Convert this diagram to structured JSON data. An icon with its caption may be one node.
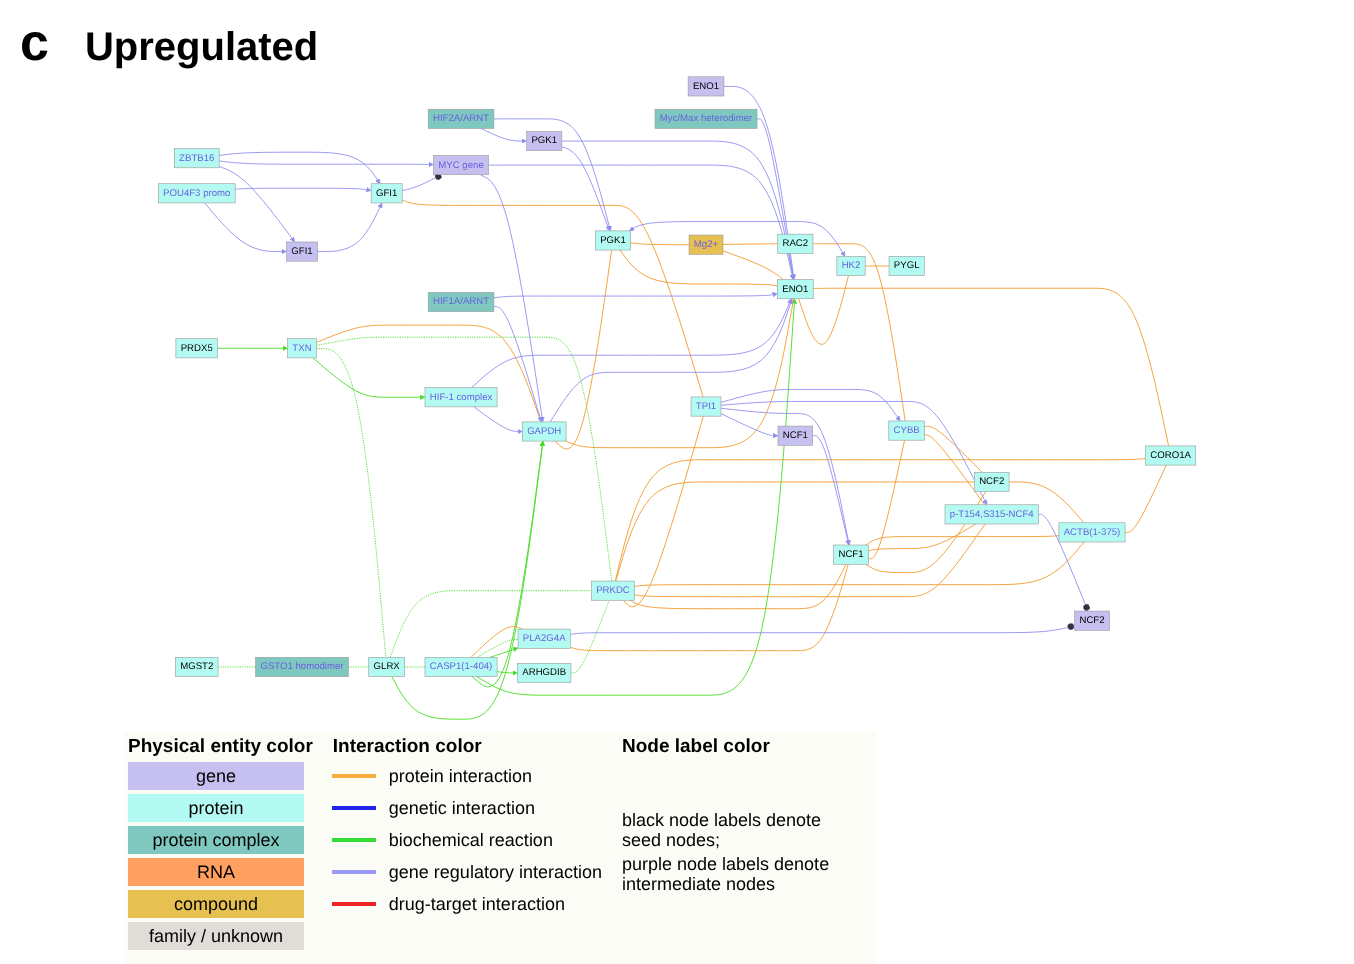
{
  "diagram": {
    "title": "Upregulated",
    "nodes": [
      {
        "text": [
          "PRDX5"
        ]
      },
      {
        "text": [
          "HIF2A/ARNT"
        ]
      },
      {
        "text": [
          "PGK1"
        ]
      },
      {
        "text": [
          "GFI1"
        ]
      },
      {
        "text": [
          "ZBTB16"
        ]
      },
      {
        "text": [
          "POU4F3 promo"
        ]
      },
      {
        "text": [
          "MGST2"
        ]
      },
      {
        "text": [
          "GSTO1 homodimer"
        ]
      },
      {
        "text": [
          "TXN"
        ]
      },
      {
        "text": [
          "PGK1"
        ]
      },
      {
        "text": [
          "MYC gene"
        ]
      },
      {
        "text": [
          "GFI1"
        ]
      },
      {
        "text": [
          "HIF-1 complex"
        ]
      },
      {
        "text": [
          "HIF1A/ARNT"
        ]
      },
      {
        "text": [
          "GAPDH"
        ]
      },
      {
        "text": [
          "ENO1"
        ]
      },
      {
        "text": [
          "Myc/Max heterodimer"
        ]
      },
      {
        "text": [
          "GLRX"
        ]
      },
      {
        "text": [
          "ENO1"
        ]
      },
      {
        "text": [
          "HK2"
        ]
      },
      {
        "text": [
          "PYGL"
        ]
      },
      {
        "text": [
          "CASP1(1-404)"
        ]
      },
      {
        "text": [
          "Mg2+"
        ]
      },
      {
        "text": [
          "PRKDC"
        ]
      },
      {
        "text": [
          "TPI1"
        ]
      },
      {
        "text": [
          "ARHGDIB"
        ]
      },
      {
        "text": [
          "NCF1"
        ]
      },
      {
        "text": [
          "PLA2G4A"
        ]
      },
      {
        "text": [
          "NCF1"
        ]
      },
      {
        "text": [
          "p-T154,S315-NCF4"
        ]
      },
      {
        "text": [
          "NCF2"
        ]
      },
      {
        "text": [
          "ACTB(1-375)"
        ]
      },
      {
        "text": [
          "CYBB"
        ]
      },
      {
        "text": [
          "RAC2"
        ]
      },
      {
        "text": [
          "NCF2"
        ]
      },
      {
        "text": [
          "CORO1A"
        ]
      }
    ],
    "edges": [
      {
        "from": 0,
        "to": 8,
        "arrow": "to",
        "color": "#44dd22"
      },
      {
        "from": 6,
        "to": 7,
        "arrow": "none",
        "style": "dashed",
        "color": "#44dd22"
      },
      {
        "from": 7,
        "to": 17,
        "arrow": "none",
        "style": "dashed",
        "color": "#44dd22"
      },
      {
        "from": 8,
        "to": 12,
        "arrow": "to",
        "color": "#44dd22"
      },
      {
        "from": 17,
        "to": 14,
        "arrow": "to",
        "color": "#44dd22"
      },
      {
        "from": 8,
        "to": 17,
        "arrow": "none",
        "style": "dashed",
        "color": "#44dd22"
      },
      {
        "from": 8,
        "to": 23,
        "arrow": "none",
        "style": "dashed",
        "color": "#44dd22"
      },
      {
        "from": 17,
        "to": 21,
        "arrow": "none",
        "style": "dashed",
        "color": "#44dd22"
      },
      {
        "from": 17,
        "to": 23,
        "arrow": "none",
        "style": "dashed",
        "color": "#44dd22"
      },
      {
        "from": 21,
        "to": 14,
        "arrow": "to",
        "color": "#44dd22"
      },
      {
        "from": 21,
        "to": 18,
        "arrow": "to",
        "color": "#44dd22"
      },
      {
        "from": 21,
        "to": 25,
        "arrow": "to",
        "color": "#44dd22"
      },
      {
        "from": 21,
        "to": 27,
        "arrow": "to",
        "color": "#44dd22"
      },
      {
        "from": 21,
        "to": 27,
        "arrow": "none",
        "style": "dashed",
        "color": "#44dd22"
      },
      {
        "from": 25,
        "to": 23,
        "arrow": "none",
        "style": "dashed",
        "color": "#44dd22"
      },
      {
        "from": 8,
        "to": 14,
        "arrow": "none"
      },
      {
        "from": 14,
        "to": 9,
        "arrow": "none"
      },
      {
        "from": 14,
        "to": 18,
        "arrow": "none"
      },
      {
        "from": 9,
        "to": 18,
        "arrow": "none"
      },
      {
        "from": 9,
        "to": 22,
        "arrow": "none"
      },
      {
        "from": 22,
        "to": 18,
        "arrow": "none"
      },
      {
        "from": 22,
        "to": 33,
        "arrow": "none"
      },
      {
        "from": 18,
        "to": 19,
        "arrow": "none"
      },
      {
        "from": 19,
        "to": 20,
        "arrow": "none"
      },
      {
        "from": 11,
        "to": 24,
        "arrow": "none"
      },
      {
        "from": 18,
        "to": 35,
        "arrow": "none"
      },
      {
        "from": 23,
        "to": 24,
        "arrow": "none"
      },
      {
        "from": 23,
        "to": 28,
        "arrow": "none"
      },
      {
        "from": 23,
        "to": 29,
        "arrow": "none"
      },
      {
        "from": 23,
        "to": 31,
        "arrow": "none"
      },
      {
        "from": 23,
        "to": 30,
        "arrow": "none"
      },
      {
        "from": 23,
        "to": 35,
        "arrow": "none"
      },
      {
        "from": 27,
        "to": 28,
        "arrow": "none"
      },
      {
        "from": 21,
        "to": 27,
        "arrow": "none"
      },
      {
        "from": 33,
        "to": 32,
        "arrow": "none"
      },
      {
        "from": 28,
        "to": 30,
        "arrow": "none"
      },
      {
        "from": 28,
        "to": 32,
        "arrow": "none"
      },
      {
        "from": 28,
        "to": 29,
        "arrow": "none"
      },
      {
        "from": 28,
        "to": 31,
        "arrow": "none"
      },
      {
        "from": 32,
        "to": 29,
        "arrow": "none"
      },
      {
        "from": 32,
        "to": 30,
        "arrow": "none"
      },
      {
        "from": 30,
        "to": 31,
        "arrow": "none"
      },
      {
        "from": 31,
        "to": 35,
        "arrow": "none"
      },
      {
        "from": 1,
        "to": 2,
        "arrow": "to",
        "color": "#8f8ff0"
      },
      {
        "from": 1,
        "to": 9,
        "arrow": "to",
        "color": "#8f8ff0"
      },
      {
        "from": 2,
        "to": 9,
        "arrow": "to",
        "color": "#8f8ff0"
      },
      {
        "from": 2,
        "to": 18,
        "arrow": "to",
        "color": "#8f8ff0"
      },
      {
        "from": 5,
        "to": 3,
        "arrow": "to",
        "color": "#8f8ff0"
      },
      {
        "from": 5,
        "to": 11,
        "arrow": "to",
        "color": "#8f8ff0"
      },
      {
        "from": 4,
        "to": 3,
        "arrow": "to",
        "color": "#8f8ff0"
      },
      {
        "from": 4,
        "to": 10,
        "arrow": "to",
        "color": "#8f8ff0"
      },
      {
        "from": 4,
        "to": 11,
        "arrow": "to",
        "color": "#8f8ff0"
      },
      {
        "from": 3,
        "to": 11,
        "arrow": "to",
        "color": "#8f8ff0"
      },
      {
        "from": 11,
        "to": 10,
        "arrow": "other",
        "color": "#8f8ff0"
      },
      {
        "from": 10,
        "to": 14,
        "arrow": "to",
        "color": "#8f8ff0"
      },
      {
        "from": 10,
        "to": 18,
        "arrow": "to",
        "color": "#8f8ff0"
      },
      {
        "from": 13,
        "to": 14,
        "arrow": "to",
        "color": "#8f8ff0"
      },
      {
        "from": 13,
        "to": 18,
        "arrow": "to",
        "color": "#8f8ff0"
      },
      {
        "from": 12,
        "to": 14,
        "arrow": "to",
        "color": "#8f8ff0"
      },
      {
        "from": 12,
        "to": 18,
        "arrow": "to",
        "color": "#8f8ff0"
      },
      {
        "from": 15,
        "to": 18,
        "arrow": "to",
        "color": "#8f8ff0"
      },
      {
        "from": 16,
        "to": 18,
        "arrow": "to",
        "color": "#8f8ff0"
      },
      {
        "from": 9,
        "to": 19,
        "arrow": "both",
        "color": "#8f8ff0"
      },
      {
        "from": 14,
        "to": 18,
        "arrow": "to",
        "color": "#8f8ff0"
      },
      {
        "from": 24,
        "to": 26,
        "arrow": "to",
        "color": "#8f8ff0"
      },
      {
        "from": 24,
        "to": 28,
        "arrow": "to",
        "color": "#8f8ff0"
      },
      {
        "from": 24,
        "to": 29,
        "arrow": "to",
        "color": "#8f8ff0"
      },
      {
        "from": 24,
        "to": 32,
        "arrow": "to",
        "color": "#8f8ff0"
      },
      {
        "from": 26,
        "to": 28,
        "arrow": "to",
        "color": "#8f8ff0"
      },
      {
        "from": 27,
        "to": 34,
        "arrow": "other",
        "color": "#8f8ff0"
      },
      {
        "from": 29,
        "to": 34,
        "arrow": "other",
        "color": "#8f8ff0"
      }
    ],
    "labels": [
      "c",
      "Physical entity color",
      "Interaction color",
      "Node label color",
      "black node labels denote seed nodes;",
      "purple node labels denote intermediate nodes"
    ],
    "legend": [
      {
        "text": "gene",
        "color": "#c5c0f0"
      },
      {
        "text": "protein",
        "color": "#b3fbf2"
      },
      {
        "text": "protein complex",
        "color": "#7ec8c0"
      },
      {
        "text": "RNA",
        "color": "#ffa060"
      },
      {
        "text": "compound",
        "color": "#e6c050"
      },
      {
        "text": "family / unknown",
        "color": "#e0dcd8"
      },
      {
        "text": "protein interaction"
      },
      {
        "text": "genetic interaction"
      },
      {
        "text": "biochemical reaction"
      },
      {
        "text": "gene regulatory interaction"
      },
      {
        "text": "drug-target interaction"
      }
    ]
  }
}
